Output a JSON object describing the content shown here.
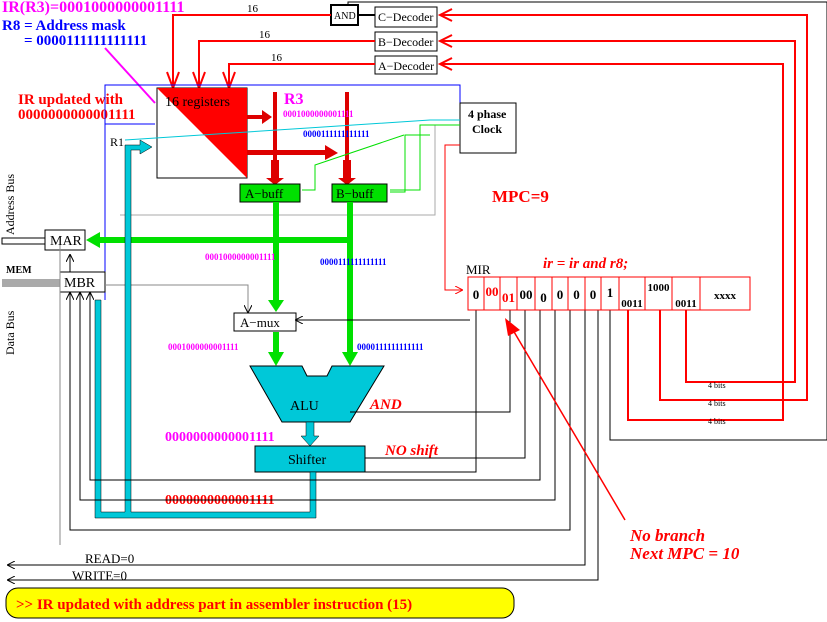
{
  "annotations": {
    "ir_r3": "IR(R3)=0001000000001111",
    "r8_mask_line1": "R8 = Address mask",
    "r8_mask_line2": "= 0000111111111111",
    "ir_updated_line1": "IR updated with",
    "ir_updated_line2": "0000000000001111",
    "mpc": "MPC=9",
    "micro_instruction": "ir = ir and r8;",
    "alu_op": "AND",
    "shift_op": "NO shift",
    "branch_line1": "No branch",
    "branch_line2": "Next MPC = 10"
  },
  "bus_widths": {
    "c": "16",
    "b": "16",
    "a": "16",
    "bits_a": "4 bits",
    "bits_b": "4 bits",
    "bits_c": "4 bits"
  },
  "components": {
    "and_gate": "AND",
    "c_decoder": "C−Decoder",
    "b_decoder": "B−Decoder",
    "a_decoder": "A−Decoder",
    "registers": "16 registers",
    "r3": "R3",
    "r1": "R1",
    "clock_line1": "4 phase",
    "clock_line2": "Clock",
    "a_buff": "A−buff",
    "b_buff": "B−buff",
    "mar": "MAR",
    "mbr": "MBR",
    "mem": "MEM",
    "address_bus": "Address Bus",
    "data_bus": "Data Bus",
    "a_mux": "A−mux",
    "alu": "ALU",
    "shifter": "Shifter",
    "mir": "MIR",
    "read": "READ=0",
    "write": "WRITE=0"
  },
  "values": {
    "r3_bus": "0001000000001111",
    "r8_bus": "0000111111111111",
    "a_bus": "0001000000001111",
    "b_bus": "0000111111111111",
    "alu_a_in": "0001000000001111",
    "alu_b_in": "0000111111111111",
    "alu_out": "0000000000001111",
    "shifter_out": "0000000000001111"
  },
  "mir_fields": [
    "0",
    "00",
    "01",
    "00",
    "0",
    "0",
    "0",
    "0",
    "1",
    "0011",
    "1000",
    "0011",
    "xxxx"
  ],
  "status_message": ">> IR updated with address part in assembler instruction (15)",
  "colors": {
    "red": "#ff0000",
    "magenta": "#ff00ff",
    "blue": "#0000ff",
    "cyan": "#00c8d8",
    "green": "#00e000",
    "yellow": "#ffff00"
  }
}
